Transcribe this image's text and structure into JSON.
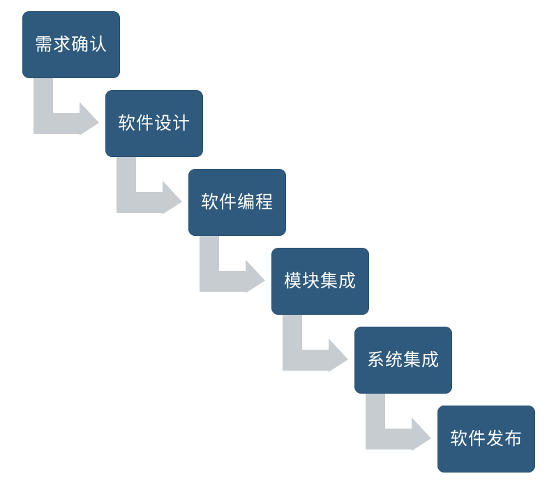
{
  "diagram": {
    "steps": [
      {
        "label": "需求确认"
      },
      {
        "label": "软件设计"
      },
      {
        "label": "软件编程"
      },
      {
        "label": "模块集成"
      },
      {
        "label": "系统集成"
      },
      {
        "label": "软件发布"
      }
    ],
    "colors": {
      "box_fill": "#2f5a7e",
      "box_text": "#ffffff",
      "arrow_fill": "#c7ccd1"
    }
  }
}
